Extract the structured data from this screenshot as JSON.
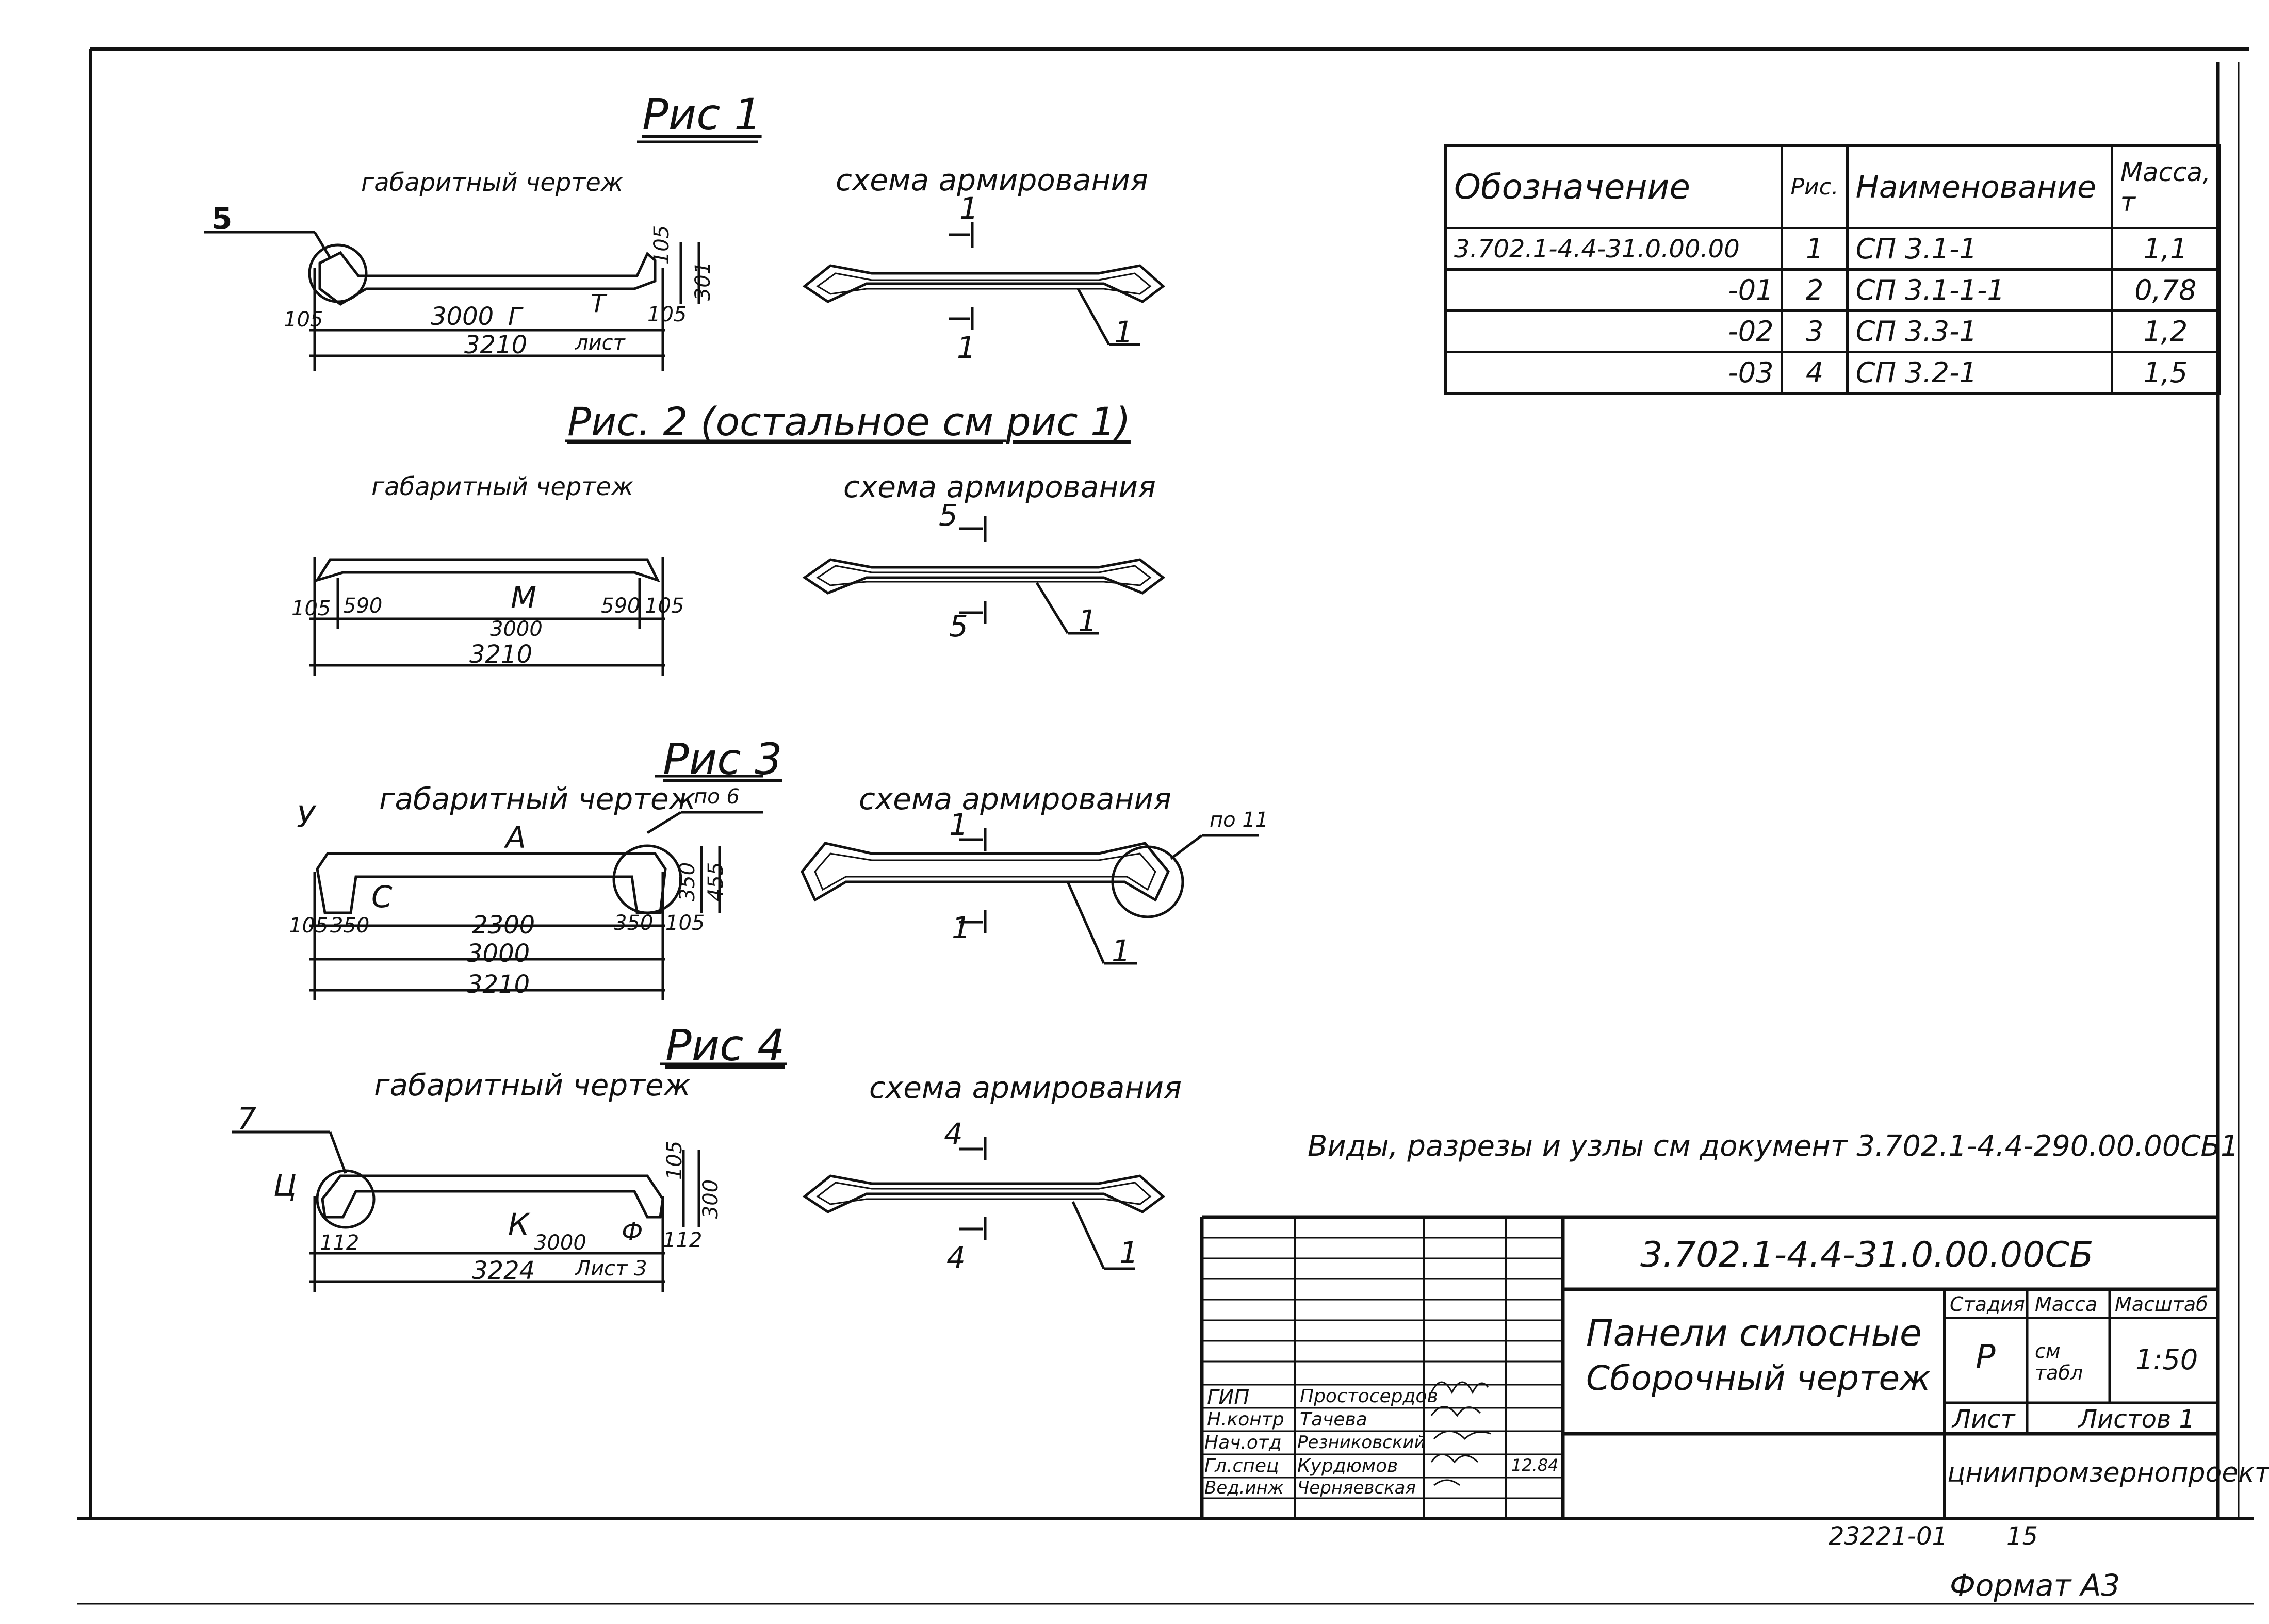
{
  "figures": [
    {
      "title": "Рис 1",
      "left_caption": "габаритный чертеж",
      "right_caption": "схема армирования",
      "dims": {
        "w_left": "105",
        "w_mid": "3000",
        "w_right": "105",
        "total": "3210",
        "h1": "105",
        "h2": "301"
      },
      "labels": {
        "callout": "5",
        "arrow1": "Г",
        "arrow2": "Т",
        "sheet": "лист",
        "section": "1",
        "position": "1"
      }
    },
    {
      "title": "Рис. 2 (остальное см рис 1)",
      "left_caption": "габаритный чертеж",
      "right_caption": "схема армирования",
      "dims": {
        "w_left": "105",
        "seg_left": "590",
        "w_mid": "3000",
        "seg_right": "590",
        "w_right": "105",
        "total": "3210"
      },
      "labels": {
        "arrow1": "М",
        "section": "5",
        "position": "1"
      }
    },
    {
      "title": "Рис 3",
      "left_caption": "габаритный чертеж",
      "right_caption": "схема армирования",
      "dims": {
        "w_left": "105",
        "seg_left": "350",
        "w_mid": "2300",
        "seg_right": "350",
        "w_right": "105",
        "mid_total": "3000",
        "total": "3210",
        "h1": "350",
        "h2": "455"
      },
      "labels": {
        "node_ref": "по 6",
        "node_ref2": "по 11",
        "arrow_y": "У",
        "arrow_a": "А",
        "arrow_c": "С",
        "section": "1",
        "position": "1"
      }
    },
    {
      "title": "Рис 4",
      "left_caption": "габаритный чертеж",
      "right_caption": "схема армирования",
      "dims": {
        "w_left": "112",
        "w_mid": "3000",
        "w_right": "112",
        "total": "3224",
        "h1": "105",
        "h2": "300"
      },
      "labels": {
        "callout": "7",
        "arrow_c": "Ц",
        "arrow_k": "К",
        "arrow_f": "Ф",
        "sheet": "Лист 3",
        "section": "4",
        "position": "1"
      }
    }
  ],
  "spec_table": {
    "headers": [
      "Обозначение",
      "Рис.",
      "Наименование",
      "Масса, т"
    ],
    "rows": [
      [
        "3.702.1-4.4-31.0.00.00",
        "1",
        "СП 3.1-1",
        "1,1"
      ],
      [
        "-01",
        "2",
        "СП 3.1-1-1",
        "0,78"
      ],
      [
        "-02",
        "3",
        "СП 3.3-1",
        "1,2"
      ],
      [
        "-03",
        "4",
        "СП 3.2-1",
        "1,5"
      ]
    ]
  },
  "note": "Виды, разрезы и узлы см документ 3.702.1-4.4-290.00.00СБ1",
  "title_block": {
    "doc_code": "3.702.1-4.4-31.0.00.00СБ",
    "name_line1": "Панели силосные",
    "name_line2": "Сборочный чертеж",
    "stage_hdr": "Стадия",
    "mass_hdr": "Масса",
    "scale_hdr": "Масштаб",
    "stage": "Р",
    "mass": "см табл",
    "scale": "1:50",
    "sheet": "Лист",
    "sheets": "Листов 1",
    "org": "цниипромзернопроект",
    "signers": [
      {
        "role": "ГИП",
        "name": "Простосердов",
        "date": ""
      },
      {
        "role": "Н.контр",
        "name": "Тачева",
        "date": ""
      },
      {
        "role": "Нач.отд",
        "name": "Резниковский",
        "date": ""
      },
      {
        "role": "Гл.спец",
        "name": "Курдюмов",
        "date": "12.84"
      },
      {
        "role": "Вед.инж",
        "name": "Черняевская",
        "date": ""
      }
    ]
  },
  "footer": {
    "inv": "23221-01",
    "page": "15",
    "format": "Формат А3"
  }
}
